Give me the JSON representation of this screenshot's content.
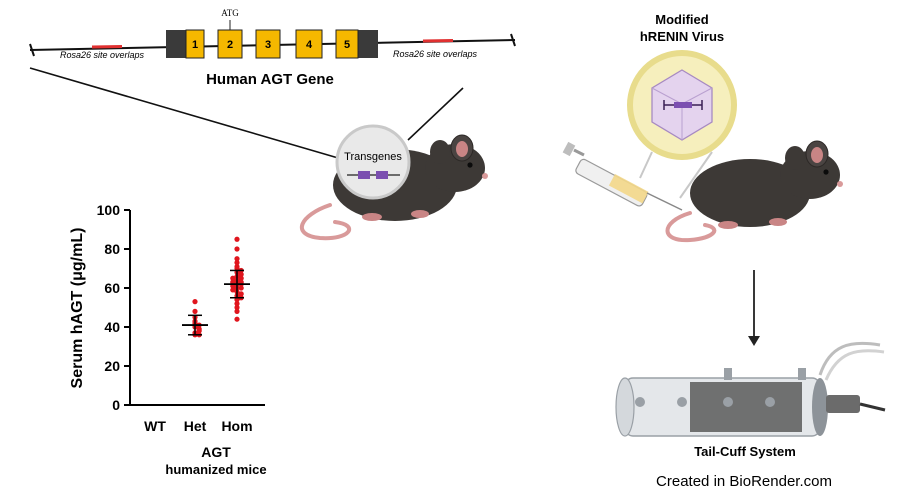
{
  "gene": {
    "title": "Human AGT Gene",
    "start_codon": "ATG",
    "exons": [
      "1",
      "2",
      "3",
      "4",
      "5"
    ],
    "left_site": "Rosa26 site overlaps",
    "right_site": "Rosa26 site overlaps"
  },
  "transgene": {
    "label": "Transgenes"
  },
  "virus": {
    "line1": "Modified",
    "line2": "hRENIN Virus"
  },
  "tailcuff": {
    "label": "Tail-Cuff System"
  },
  "credit": "Created in BioRender.com",
  "colors": {
    "exon": "#f5b800",
    "utr": "#3a3a3a",
    "rosa": "#e03030",
    "point": "#e0161e",
    "mouse": "#3d3936",
    "transgene": "#7b4fb0",
    "virus_bg": "#f6efbd"
  },
  "chart_data": {
    "type": "scatter",
    "ylabel": "Serum hAGT (μg/mL)",
    "xlabel_line1": "AGT",
    "xlabel_line2": "humanized mice",
    "ylim": [
      0,
      100
    ],
    "yticks": [
      "0",
      "20",
      "40",
      "60",
      "80",
      "100"
    ],
    "categories": [
      "WT",
      "Het",
      "Hom"
    ],
    "groups": [
      {
        "category": "WT",
        "mean": null,
        "sd": null,
        "values": []
      },
      {
        "category": "Het",
        "mean": 41,
        "sd": 5,
        "values": [
          53,
          48,
          45,
          43,
          42,
          41,
          40,
          39,
          37,
          36,
          36,
          38
        ]
      },
      {
        "category": "Hom",
        "mean": 62,
        "sd": 7,
        "values": [
          85,
          80,
          75,
          73,
          71,
          70,
          69,
          68,
          67,
          66,
          65,
          65,
          64,
          63,
          63,
          62,
          62,
          61,
          60,
          60,
          59,
          58,
          57,
          56,
          55,
          54,
          52,
          50,
          48,
          44
        ]
      }
    ],
    "grid": false
  }
}
